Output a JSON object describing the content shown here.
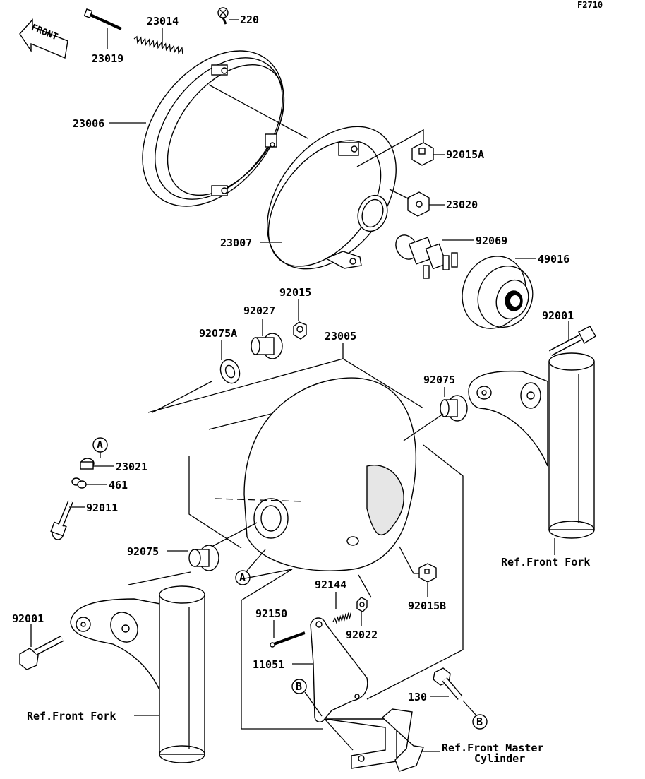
{
  "figure_id": "F2710",
  "front_arrow_label": "FRONT",
  "callouts": {
    "c23019": "23019",
    "c23014": "23014",
    "c220": "220",
    "c23006": "23006",
    "c92015A": "92015A",
    "c23020": "23020",
    "c23007": "23007",
    "c92069": "92069",
    "c49016": "49016",
    "c92015": "92015",
    "c92027": "92027",
    "c92075A": "92075A",
    "c23005": "23005",
    "c92001_right": "92001",
    "c92075_right": "92075",
    "c23021": "23021",
    "c461": "461",
    "c92011": "92011",
    "c92075_left": "92075",
    "c92144": "92144",
    "c92015B": "92015B",
    "c92022": "92022",
    "c92150": "92150",
    "c92001_left": "92001",
    "c11051": "11051",
    "c130": "130"
  },
  "circle_markers": {
    "a_top": "A",
    "a_bottom": "A",
    "b_bracket": "B",
    "b_bolt": "B"
  },
  "references": {
    "front_fork_right": "Ref.Front Fork",
    "front_fork_left": "Ref.Front Fork",
    "master_cylinder_line1": "Ref.Front Master",
    "master_cylinder_line2": "Cylinder"
  }
}
